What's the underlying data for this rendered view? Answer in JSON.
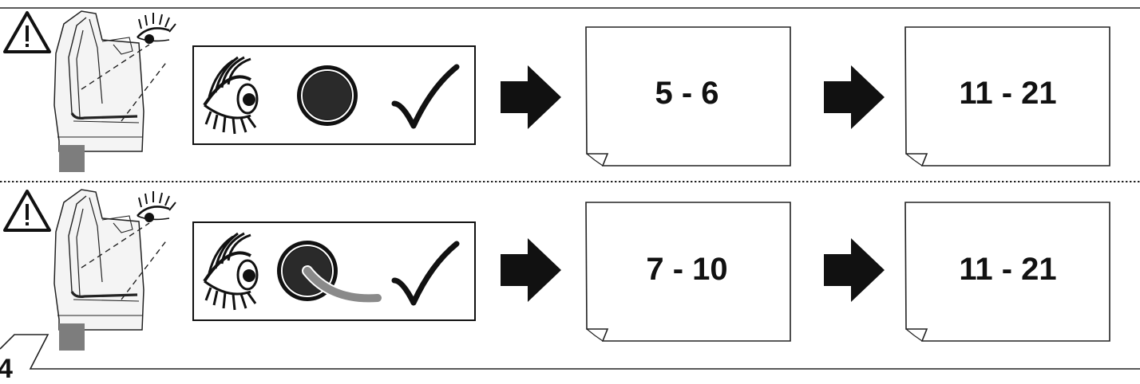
{
  "page": {
    "number": "4"
  },
  "steps": [
    {
      "first_ref": "5 - 6",
      "second_ref": "11 - 21",
      "plug_has_hose": false
    },
    {
      "first_ref": "7 - 10",
      "second_ref": "11 - 21",
      "plug_has_hose": true
    }
  ],
  "icons": {
    "warning": "warning-triangle-icon",
    "vehicle": "vehicle-rear-hatch-icon",
    "eye": "eye-icon",
    "plug": "drain-plug-icon",
    "check": "checkmark-icon",
    "arrow": "arrow-right-icon"
  },
  "colors": {
    "ink": "#111111",
    "hose": "#8a8a8a",
    "car_body": "#f4f4f4",
    "mudflap": "#7d7d7d"
  }
}
